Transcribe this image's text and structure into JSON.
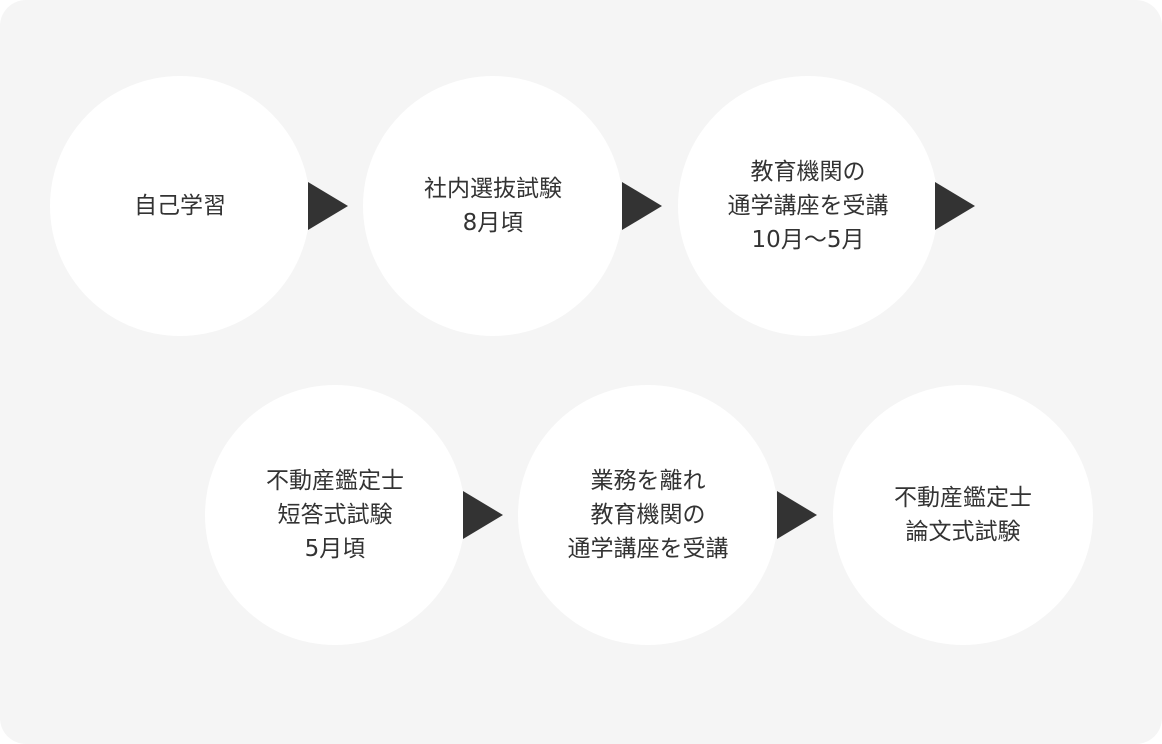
{
  "steps": [
    {
      "lines": [
        "自己学習"
      ]
    },
    {
      "lines": [
        "社内選抜試験",
        "8月頃"
      ]
    },
    {
      "lines": [
        "教育機関の",
        "通学講座を受講",
        "10月〜5月"
      ]
    },
    {
      "lines": [
        "不動産鑑定士",
        "短答式試験",
        "5月頃"
      ]
    },
    {
      "lines": [
        "業務を離れ",
        "教育機関の",
        "通学講座を受講"
      ]
    },
    {
      "lines": [
        "不動産鑑定士",
        "論文式試験"
      ]
    }
  ],
  "colors": {
    "panel_background": "#f5f5f5",
    "circle_fill": "#ffffff",
    "arrow_fill": "#333333",
    "text": "#333333"
  }
}
